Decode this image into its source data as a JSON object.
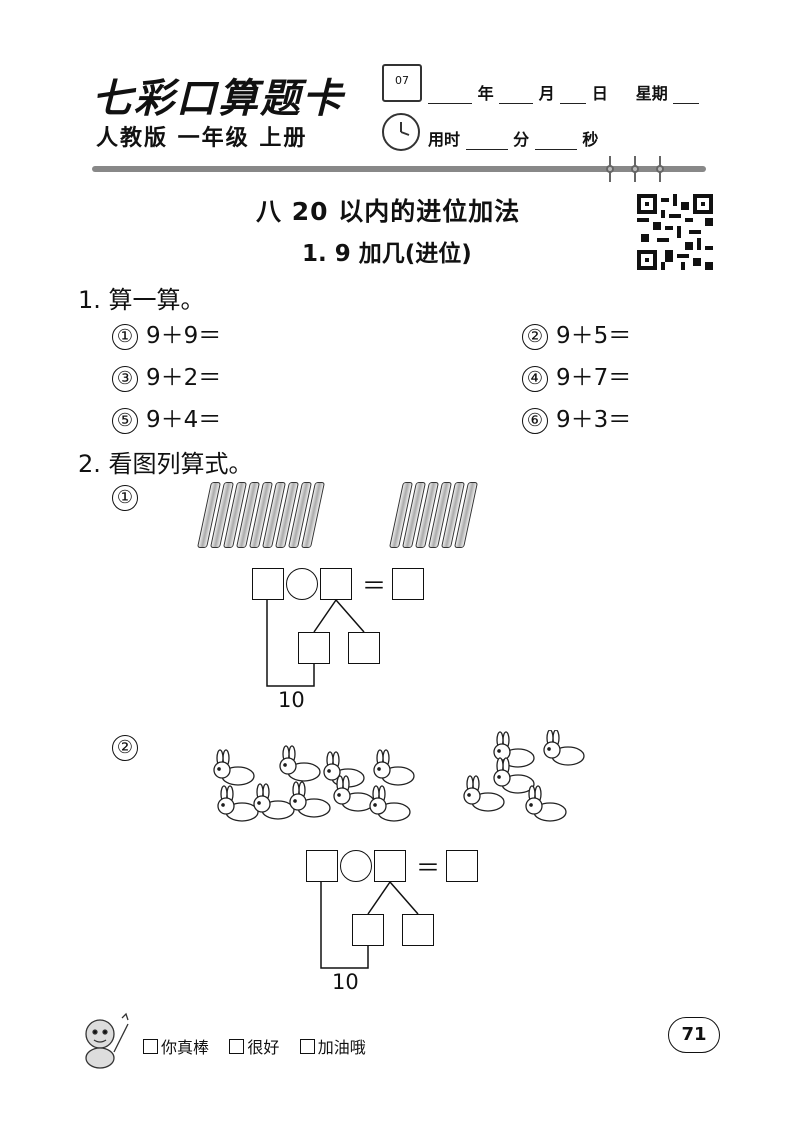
{
  "header": {
    "brand": "七彩口算题卡",
    "edition": "人教版  一年级  上册",
    "calendar_day": "07",
    "date_year": "年",
    "date_month": "月",
    "date_day": "日",
    "date_week": "星期",
    "time_label": "用时",
    "time_min": "分",
    "time_sec": "秒"
  },
  "chapter": {
    "title": "八   20 以内的进位加法",
    "subtitle": "1. 9 加几(进位)"
  },
  "section1": {
    "heading": "1. 算一算。",
    "problems": [
      {
        "num": "①",
        "expr": "9＋9＝"
      },
      {
        "num": "②",
        "expr": "9＋5＝"
      },
      {
        "num": "③",
        "expr": "9＋2＝"
      },
      {
        "num": "④",
        "expr": "9＋7＝"
      },
      {
        "num": "⑤",
        "expr": "9＋4＝"
      },
      {
        "num": "⑥",
        "expr": "9＋3＝"
      }
    ]
  },
  "section2": {
    "heading": "2. 看图列算式。",
    "item1": {
      "num": "①",
      "sticks_left": 9,
      "sticks_right": 6,
      "eq": "＝",
      "ten": "10"
    },
    "item2": {
      "num": "②",
      "eq": "＝",
      "ten": "10"
    }
  },
  "footer": {
    "opt1": "你真棒",
    "opt2": "很好",
    "opt3": "加油哦",
    "page_number": "71"
  }
}
